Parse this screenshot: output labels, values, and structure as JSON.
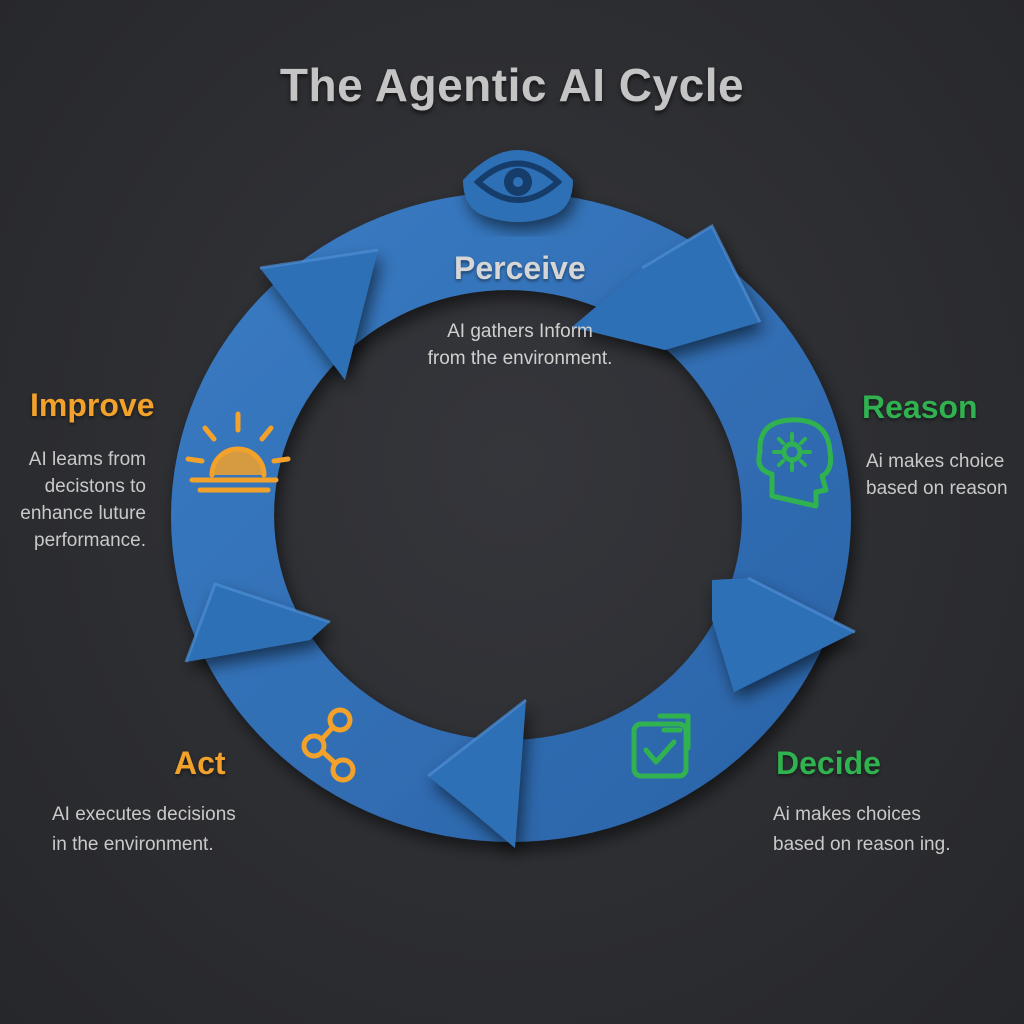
{
  "title": "The Agentic AI Cycle",
  "colors": {
    "background": "#2c2d31",
    "ring": "#2f6fb5",
    "perceive": "#d6d6d6",
    "reason": "#2fb24f",
    "decide": "#2fb24f",
    "act": "#f2a12a",
    "improve": "#f2a12a"
  },
  "stages": {
    "perceive": {
      "title": "Perceive",
      "icon": "eye-icon",
      "lines": [
        "AI gathers Inform",
        "from the environment."
      ]
    },
    "reason": {
      "title": "Reason",
      "icon": "brain-gear-icon",
      "lines": [
        "Ai makes choice",
        "based on reason"
      ]
    },
    "decide": {
      "title": "Decide",
      "icon": "checklist-icon",
      "lines": [
        "Ai makes choices",
        "based on reason ing."
      ]
    },
    "act": {
      "title": "Act",
      "icon": "share-nodes-icon",
      "lines": [
        "AI executes decisions",
        "in the environment."
      ]
    },
    "improve": {
      "title": "Improve",
      "icon": "sunrise-icon",
      "lines": [
        "AI leams from",
        "decistons to",
        "enhance luture",
        "performance."
      ]
    }
  }
}
